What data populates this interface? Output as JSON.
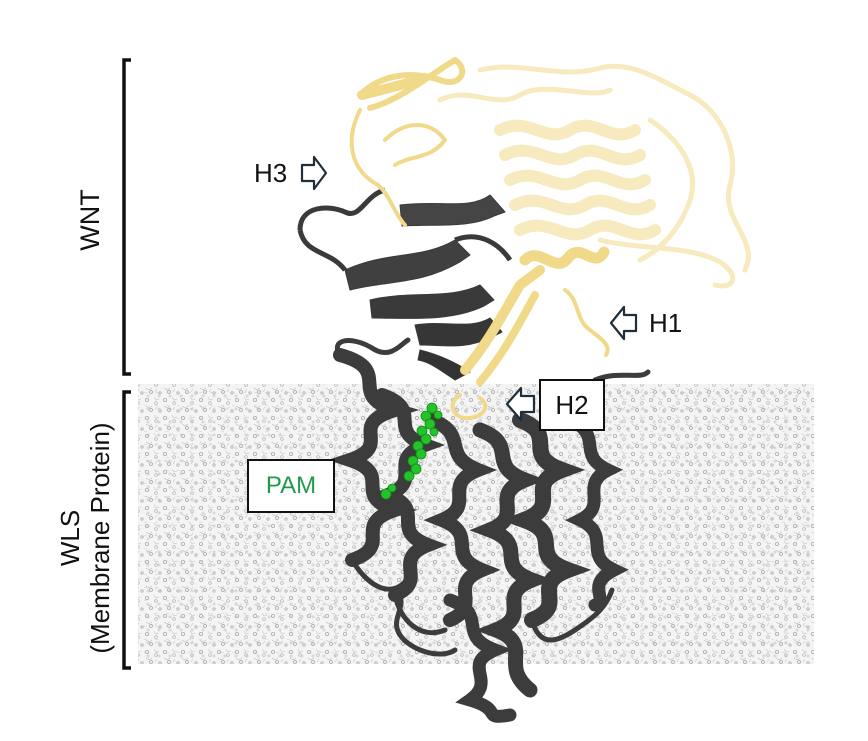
{
  "labels": {
    "wnt": "WNT",
    "wls_line1": "WLS",
    "wls_line2": "(Membrane Protein)",
    "pam": "PAM",
    "h1": "H1",
    "h2": "H2",
    "h3": "H3"
  },
  "colors": {
    "wnt": "#f1d98a",
    "wls": "#3c3c3c",
    "pam": "#22c42a",
    "pam_text": "#1f9a4a",
    "membrane": "#b5b5b5",
    "arrow_outline": "#1e2e3a"
  },
  "icons": [
    "arrow-right-icon",
    "arrow-left-icon"
  ]
}
